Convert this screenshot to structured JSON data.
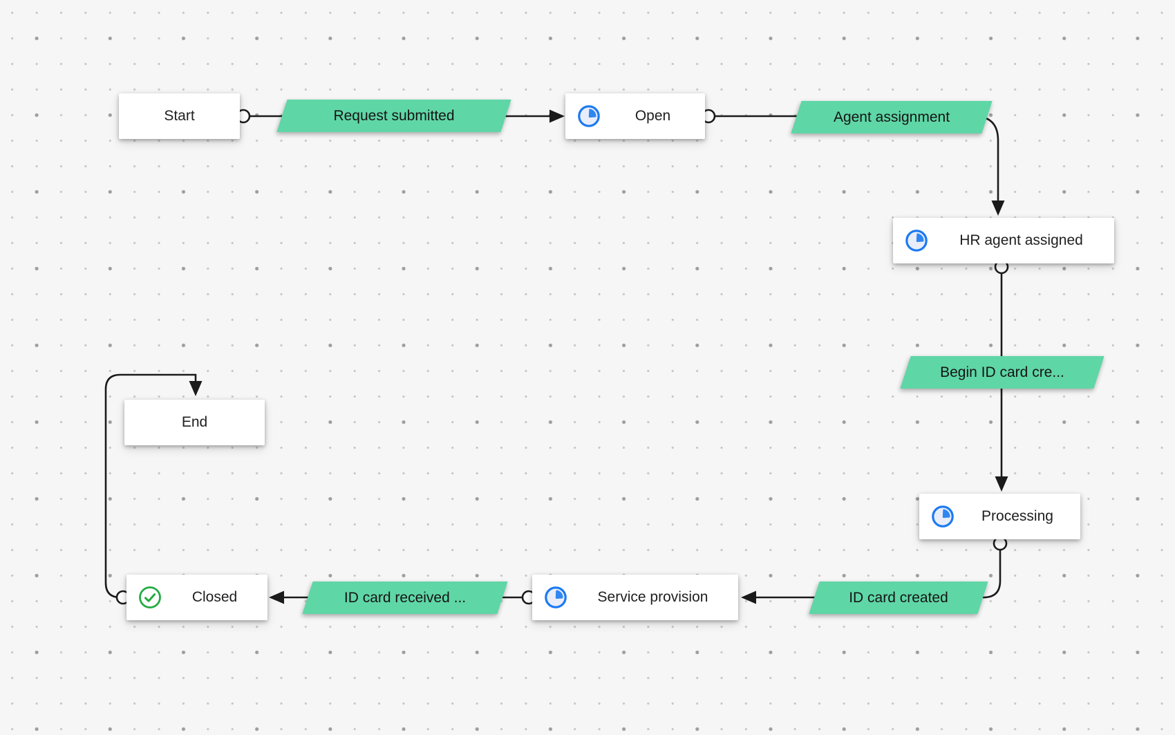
{
  "canvas": {
    "background_color": "#f6f6f6",
    "dot_color": "#c6c6c6",
    "accent_dot_color": "#9e9e9e"
  },
  "colors": {
    "transition_green": "#5fd6a6",
    "edge_black": "#1b1b1b",
    "state_icon_blue": "#1b79f2",
    "state_icon_wedge_blue": "#2f86f0",
    "closed_icon_green": "#25ab43",
    "node_background": "#ffffff",
    "text": "#1e1e1e"
  },
  "nodes": [
    {
      "id": "start",
      "label": "Start",
      "type": "terminal",
      "icon": null
    },
    {
      "id": "open",
      "label": "Open",
      "type": "state",
      "icon": "pie-progress-icon"
    },
    {
      "id": "hr_agent_assigned",
      "label": "HR agent assigned",
      "type": "state",
      "icon": "pie-progress-icon"
    },
    {
      "id": "processing",
      "label": "Processing",
      "type": "state",
      "icon": "pie-progress-icon"
    },
    {
      "id": "service_provision",
      "label": "Service provision",
      "type": "state",
      "icon": "pie-progress-icon"
    },
    {
      "id": "closed",
      "label": "Closed",
      "type": "state",
      "icon": "check-circle-icon"
    },
    {
      "id": "end",
      "label": "End",
      "type": "terminal",
      "icon": null
    }
  ],
  "transitions": [
    {
      "id": "request_submitted",
      "label": "Request submitted",
      "from": "start",
      "to": "open"
    },
    {
      "id": "agent_assignment",
      "label": "Agent assignment",
      "from": "open",
      "to": "hr_agent_assigned"
    },
    {
      "id": "begin_id_card_creation",
      "label": "Begin ID card cre...",
      "from": "hr_agent_assigned",
      "to": "processing"
    },
    {
      "id": "id_card_created",
      "label": "ID card created",
      "from": "processing",
      "to": "service_provision"
    },
    {
      "id": "id_card_received",
      "label": "ID card received ...",
      "from": "service_provision",
      "to": "closed"
    },
    {
      "id": "close_to_end",
      "label": "",
      "from": "closed",
      "to": "end"
    }
  ]
}
